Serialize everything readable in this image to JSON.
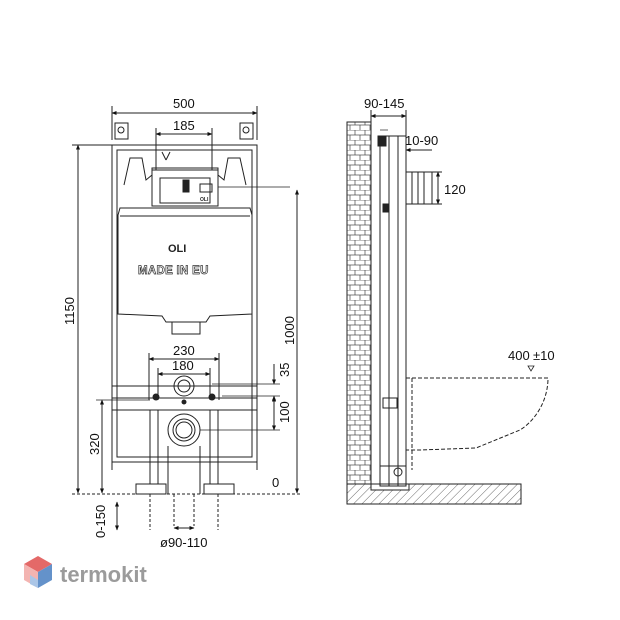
{
  "dimensions": {
    "width_500": "500",
    "width_185": "185",
    "height_1150": "1150",
    "height_1000": "1000",
    "height_320": "320",
    "adj_0_150": "0-150",
    "width_230": "230",
    "width_180": "180",
    "height_35": "35",
    "height_100": "100",
    "pipe_diameter": "ø90-110",
    "zero_mark": "0",
    "side_90_145": "90-145",
    "side_10_90": "10-90",
    "side_120": "120",
    "bowl_400": "400",
    "bowl_tolerance": "±10"
  },
  "tank": {
    "brand": "OLI",
    "made_in": "MADE IN EU",
    "module_label": "OLI"
  },
  "watermark": {
    "text": "termokit",
    "colors": {
      "red": "#e0504e",
      "pink": "#f2a7a4",
      "blue": "#4a7fc1",
      "light_blue": "#9dbde3"
    }
  }
}
